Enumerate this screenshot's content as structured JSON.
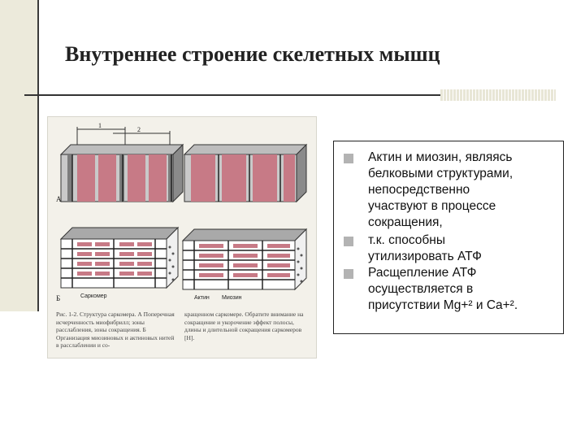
{
  "slide": {
    "title": "Внутреннее строение скелетных мышц",
    "bullets": [
      {
        "text": "Актин и миозин, являясь\nбелковыми структурами,\nнепосредственно\nучаствуют в процессе\nсокращения,"
      },
      {
        "text": "т.к. способны\nутилизировать АТФ"
      },
      {
        "text": "Расщепление АТФ\nосуществляется в\nприсутствии Mg+² и Ca+²."
      }
    ]
  },
  "figure": {
    "caption_left": "Рис. 1-2. Структура саркомера. А Поперечная исчерченность миофибрилл; зоны расслабления, зоны сокращения. Б Организация миозиновых и актиновых нитей в расслаблении и со-",
    "caption_right": "кращенном саркомере. Обратите внимание на сокращение и укорочение эффект полосы, длины и длительной сокращения саркомеров [Н].",
    "label_a": "А",
    "label_b": "Б",
    "label_sarcomere": "Саркомер",
    "label_actin": "Актин",
    "label_myosin": "Миозин",
    "label_1": "1",
    "label_2": "2"
  }
}
